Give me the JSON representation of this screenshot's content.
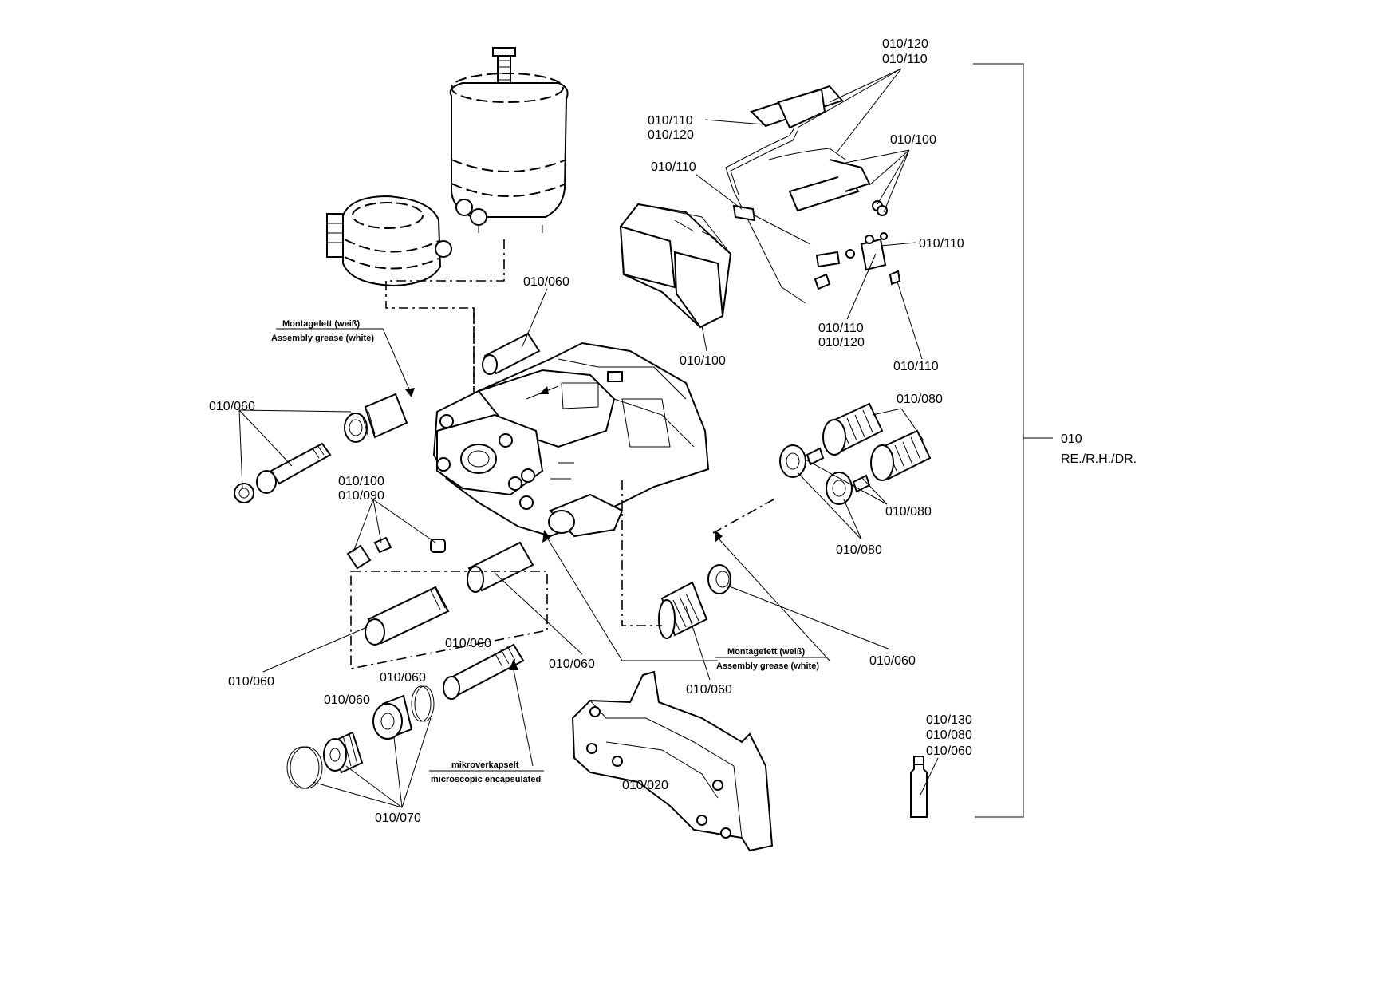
{
  "callouts": {
    "c120_110_top": [
      "010/120",
      "010/110"
    ],
    "c110_120_left": [
      "010/110",
      "010/120"
    ],
    "c100_sensor": "010/100",
    "c110_sensor": "010/110",
    "c110_bracket": "010/110",
    "c110_120_lower": [
      "010/110",
      "010/120"
    ],
    "c110_screw": "010/110",
    "c060_pin": "010/060",
    "c100_pads": "010/100",
    "c080_boot": "010/080",
    "c080_right": "010/080",
    "c080_lower": "010/080",
    "c060_left": "010/060",
    "c100_090": [
      "010/100",
      "010/090"
    ],
    "c060_sleeve": "010/060",
    "c060_bolt": "010/060",
    "c060_bush": "010/060",
    "c060_ring": "010/060",
    "c060_cap": "010/060",
    "c060_bellows": "010/060",
    "c060_seal": "010/060",
    "c070": "010/070",
    "c020": "010/020",
    "c130_080_060": [
      "010/130",
      "010/080",
      "010/060"
    ]
  },
  "assembly": {
    "code": "010",
    "side": "RE./R.H./DR."
  },
  "notes": {
    "grease_top": [
      "Montagefett (weiß)",
      "Assembly grease (white)"
    ],
    "grease_bottom": [
      "Montagefett (weiß)",
      "Assembly grease (white)"
    ],
    "micro": [
      "mikroverkapselt",
      "microscopic encapsulated"
    ]
  }
}
